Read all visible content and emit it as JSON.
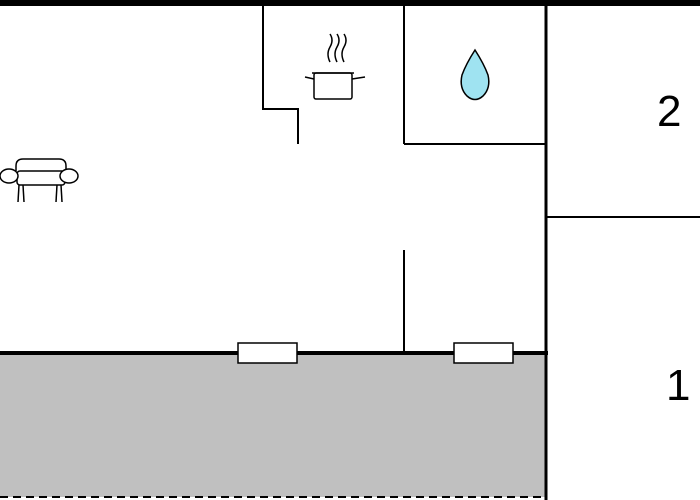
{
  "rooms": [
    {
      "id": "bedroom-2",
      "label": "2"
    },
    {
      "id": "bedroom-1",
      "label": "1"
    }
  ],
  "icons": {
    "living_room": "sofa-icon",
    "kitchen": "cooking-pot-icon",
    "bathroom": "water-drop-icon"
  },
  "colors": {
    "wall": "#000000",
    "background": "#ffffff",
    "terrace": "#c0c0c0",
    "water_drop": "#9fe3f1"
  }
}
